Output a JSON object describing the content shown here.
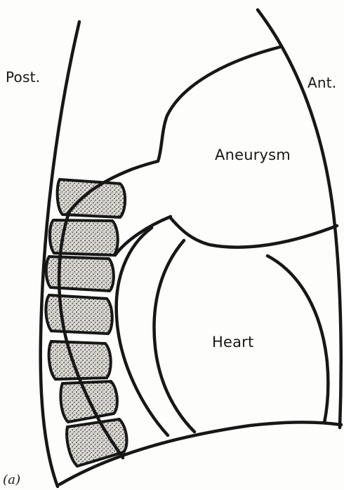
{
  "labels": {
    "posterior": "Post.",
    "anterior": "Ant.",
    "aneurysm": "Aneurysm",
    "heart": "Heart",
    "panel": "(a)"
  },
  "colors": {
    "stroke": "#171717",
    "vertebra_fill": "#d9d8d2",
    "background": "#fdfdfb"
  }
}
